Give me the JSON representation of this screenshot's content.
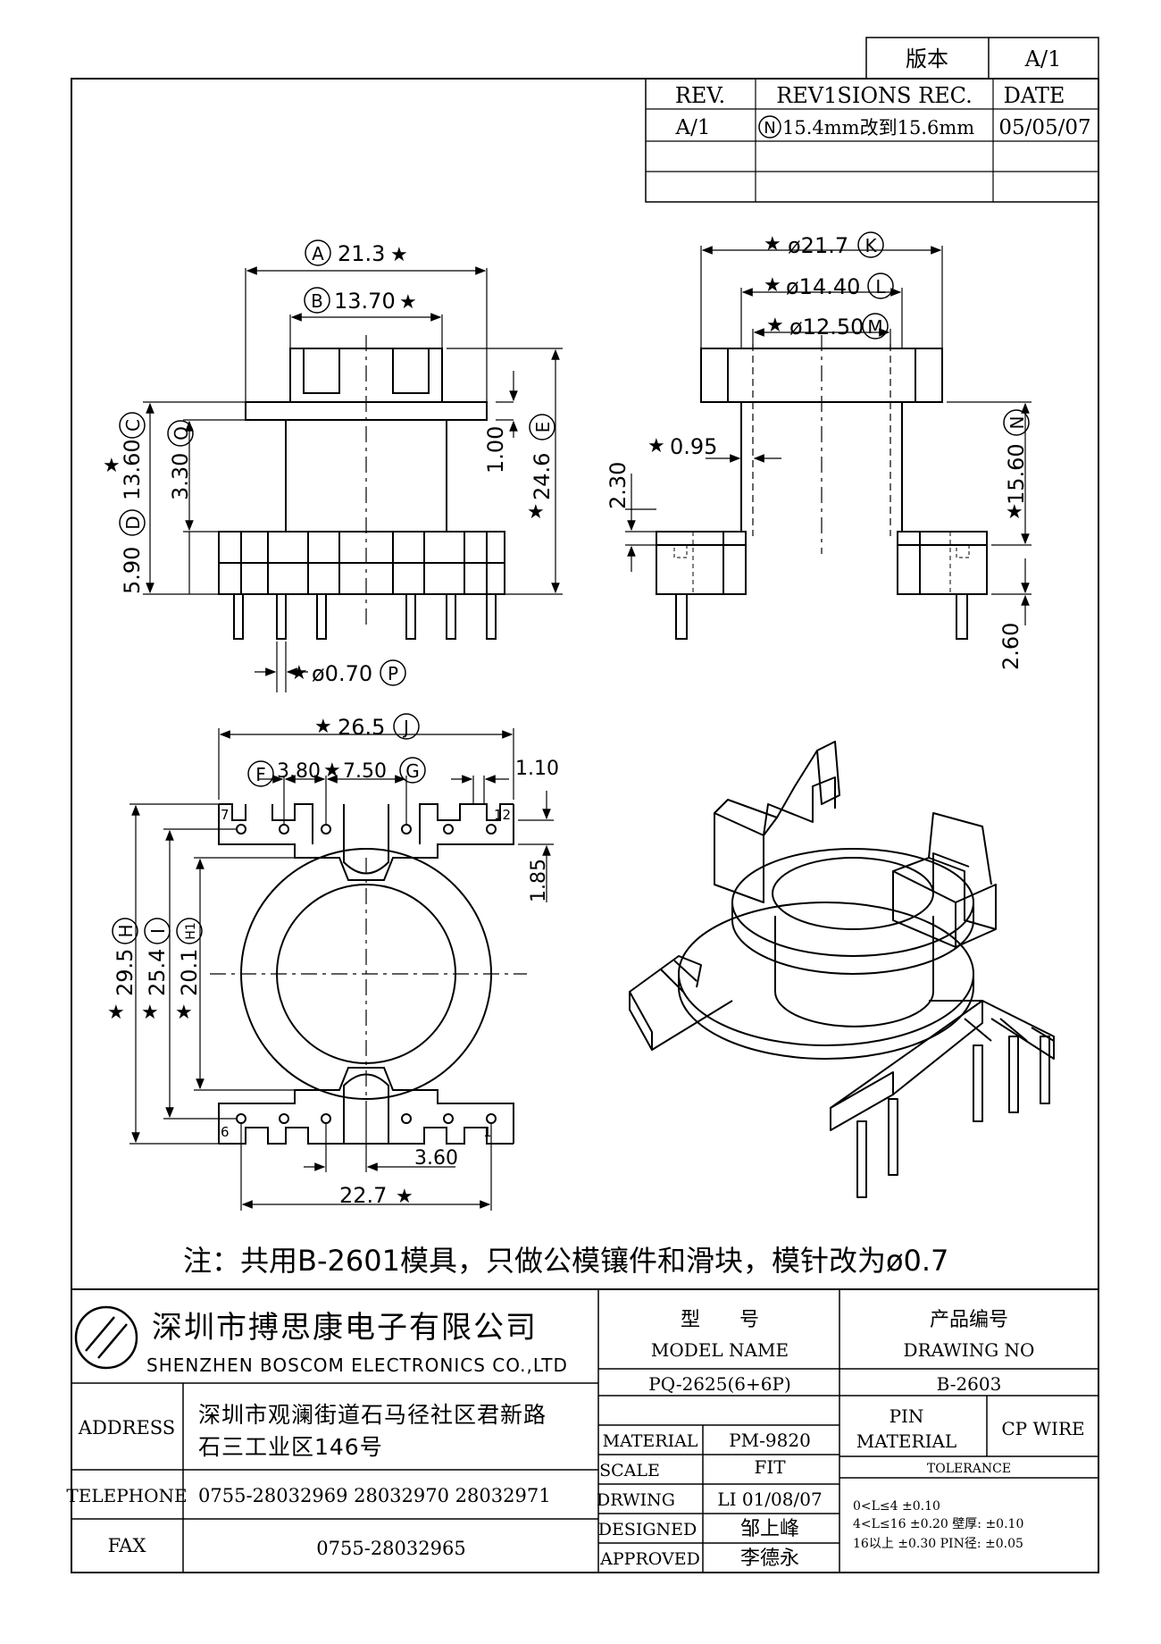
{
  "version_box": {
    "label": "版本",
    "value": "A/1"
  },
  "revisions": {
    "headers": [
      "REV.",
      "REV1SIONS REC.",
      "DATE"
    ],
    "rows": [
      {
        "rev": "A/1",
        "mark": "N",
        "rec": "15.4mm改到15.6mm",
        "date": "05/05/07"
      }
    ]
  },
  "front_view": {
    "dim_a": {
      "letter": "A",
      "value": "21.3"
    },
    "dim_b": {
      "letter": "B",
      "value": "13.70"
    },
    "dim_c": {
      "letter": "C",
      "value": "13.60"
    },
    "dim_o": {
      "letter": "O",
      "value": "3.30"
    },
    "dim_d": {
      "letter": "D",
      "value": "5.90"
    },
    "dim_1_00": "1.00",
    "dim_e": {
      "letter": "E",
      "value": "24.6"
    },
    "dim_p": {
      "letter": "P",
      "value": "ø0.70"
    }
  },
  "side_view": {
    "dim_k": {
      "letter": "K",
      "value": "ø21.7"
    },
    "dim_l": {
      "letter": "L",
      "value": "ø14.40"
    },
    "dim_m": {
      "letter": "M",
      "value": "ø12.50"
    },
    "dim_0_95": "0.95",
    "dim_2_30": "2.30",
    "dim_n": {
      "letter": "N",
      "value": "15.60"
    },
    "dim_2_60": "2.60"
  },
  "bottom_view": {
    "dim_j": {
      "letter": "J",
      "value": "26.5"
    },
    "dim_f": {
      "letter": "F",
      "value": "3.80"
    },
    "dim_g": {
      "letter": "G",
      "value": "7.50"
    },
    "dim_1_10": "1.10",
    "dim_1_85": "1.85",
    "dim_h": {
      "letter": "H",
      "value": "29.5"
    },
    "dim_i": {
      "letter": "I",
      "value": "25.4"
    },
    "dim_h1": {
      "letter": "H1",
      "value": "20.1"
    },
    "dim_3_60": "3.60",
    "dim_22_7": "22.7",
    "pin_labels": [
      "7",
      "12",
      "6",
      "1"
    ]
  },
  "star": "★",
  "note": "注：共用B-2601模具，只做公模镶件和滑块，模针改为ø0.7",
  "company": {
    "name_cn": "深圳市搏思康电子有限公司",
    "name_en": "SHENZHEN BOSCOM ELECTRONICS CO.,LTD"
  },
  "address": {
    "label": "ADDRESS",
    "line1": "深圳市观澜街道石马径社区君新路",
    "line2": "石三工业区146号"
  },
  "telephone": {
    "label": "TELEPHONE",
    "value": "0755-28032969 28032970 28032971"
  },
  "fax": {
    "label": "FAX",
    "value": "0755-28032965"
  },
  "model": {
    "label_cn": "型　　号",
    "label_en": "MODEL NAME",
    "value": "PQ-2625(6+6P)"
  },
  "drawing": {
    "label_cn": "产品编号",
    "label_en": "DRAWING NO",
    "value": "B-2603"
  },
  "material": {
    "label": "MATERIAL",
    "value": "PM-9820"
  },
  "scale": {
    "label": "SCALE",
    "value": "FIT"
  },
  "drwing": {
    "label": "DRWING",
    "value": "LI 01/08/07"
  },
  "designed": {
    "label": "DESIGNED",
    "value": "邹上峰"
  },
  "approved": {
    "label": "APPROVED",
    "value": "李德永"
  },
  "pin_material": {
    "label1": "PIN",
    "label2": "MATERIAL",
    "value": "CP WIRE"
  },
  "tolerance": {
    "title": "TOLERANCE",
    "lines": [
      "0<L≤4  ±0.10",
      "4<L≤16 ±0.20   壁厚:  ±0.10",
      "16以上   ±0.30  PIN径: ±0.05"
    ]
  }
}
